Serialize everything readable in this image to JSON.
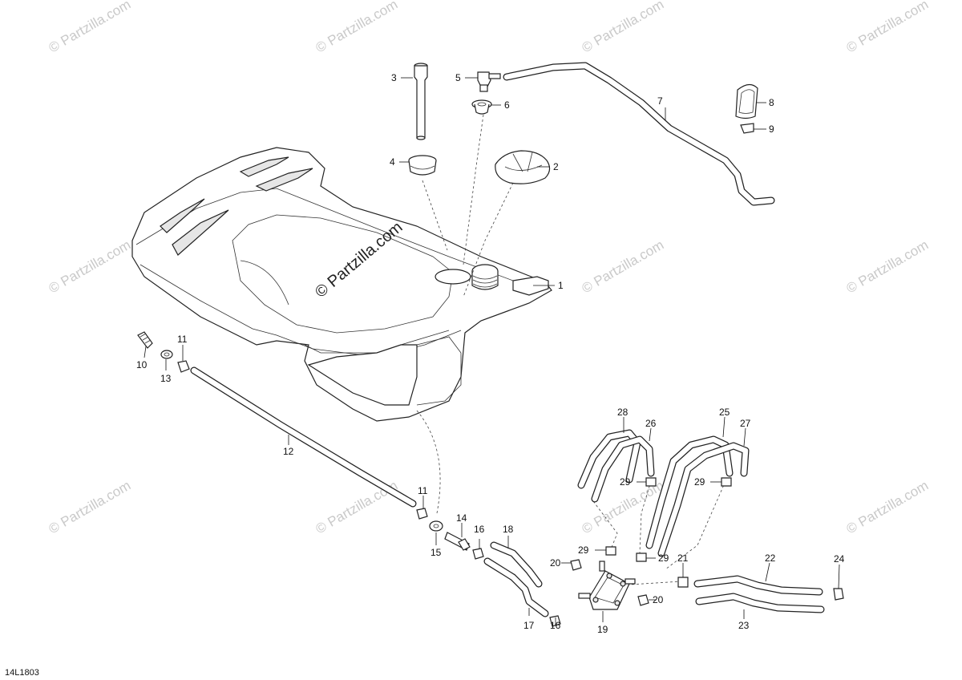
{
  "diagram_ref": "14L1803",
  "watermark_small": "© Partzilla.com",
  "watermark_center": "© Partzilla.com",
  "callouts": [
    "1",
    "2",
    "3",
    "4",
    "5",
    "6",
    "7",
    "8",
    "9",
    "10",
    "11",
    "12",
    "13",
    "11",
    "14",
    "15",
    "16",
    "16",
    "17",
    "18",
    "19",
    "20",
    "20",
    "21",
    "22",
    "23",
    "24",
    "25",
    "26",
    "27",
    "28",
    "29",
    "29",
    "29",
    "29"
  ]
}
